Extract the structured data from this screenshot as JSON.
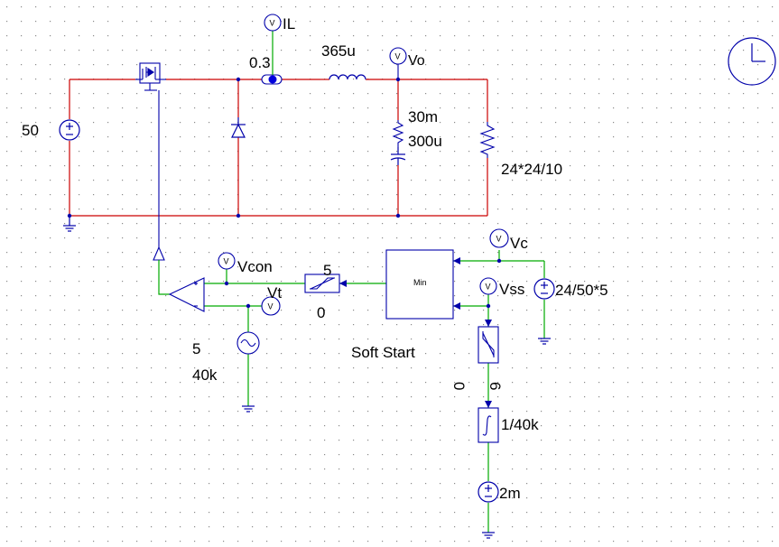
{
  "labels": {
    "il": "IL",
    "il_init": "0.3",
    "inductance": "365u",
    "vo": "Vo",
    "esr": "30m",
    "capacitance": "300u",
    "load": "24*24/10",
    "vin": "50",
    "vc": "Vc",
    "vcon": "Vcon",
    "limiter_max": "5",
    "limiter_min": "0",
    "min_block": "Min",
    "vt": "Vt",
    "vss": "Vss",
    "vc_source": "24/50*5",
    "tri_amp": "5",
    "tri_freq": "40k",
    "soft_start": "Soft Start",
    "ss_limiter_min": "0",
    "ss_limiter_max": "6",
    "integrator_gain": "1/40k",
    "ss_source": "2m",
    "probe_symbol": "V"
  },
  "colors": {
    "power_wire": "#cc0000",
    "control_wire": "#00aa00",
    "component": "#0000aa",
    "probe_node": "#0000dd",
    "grid_dot": "#8a8a8a"
  }
}
